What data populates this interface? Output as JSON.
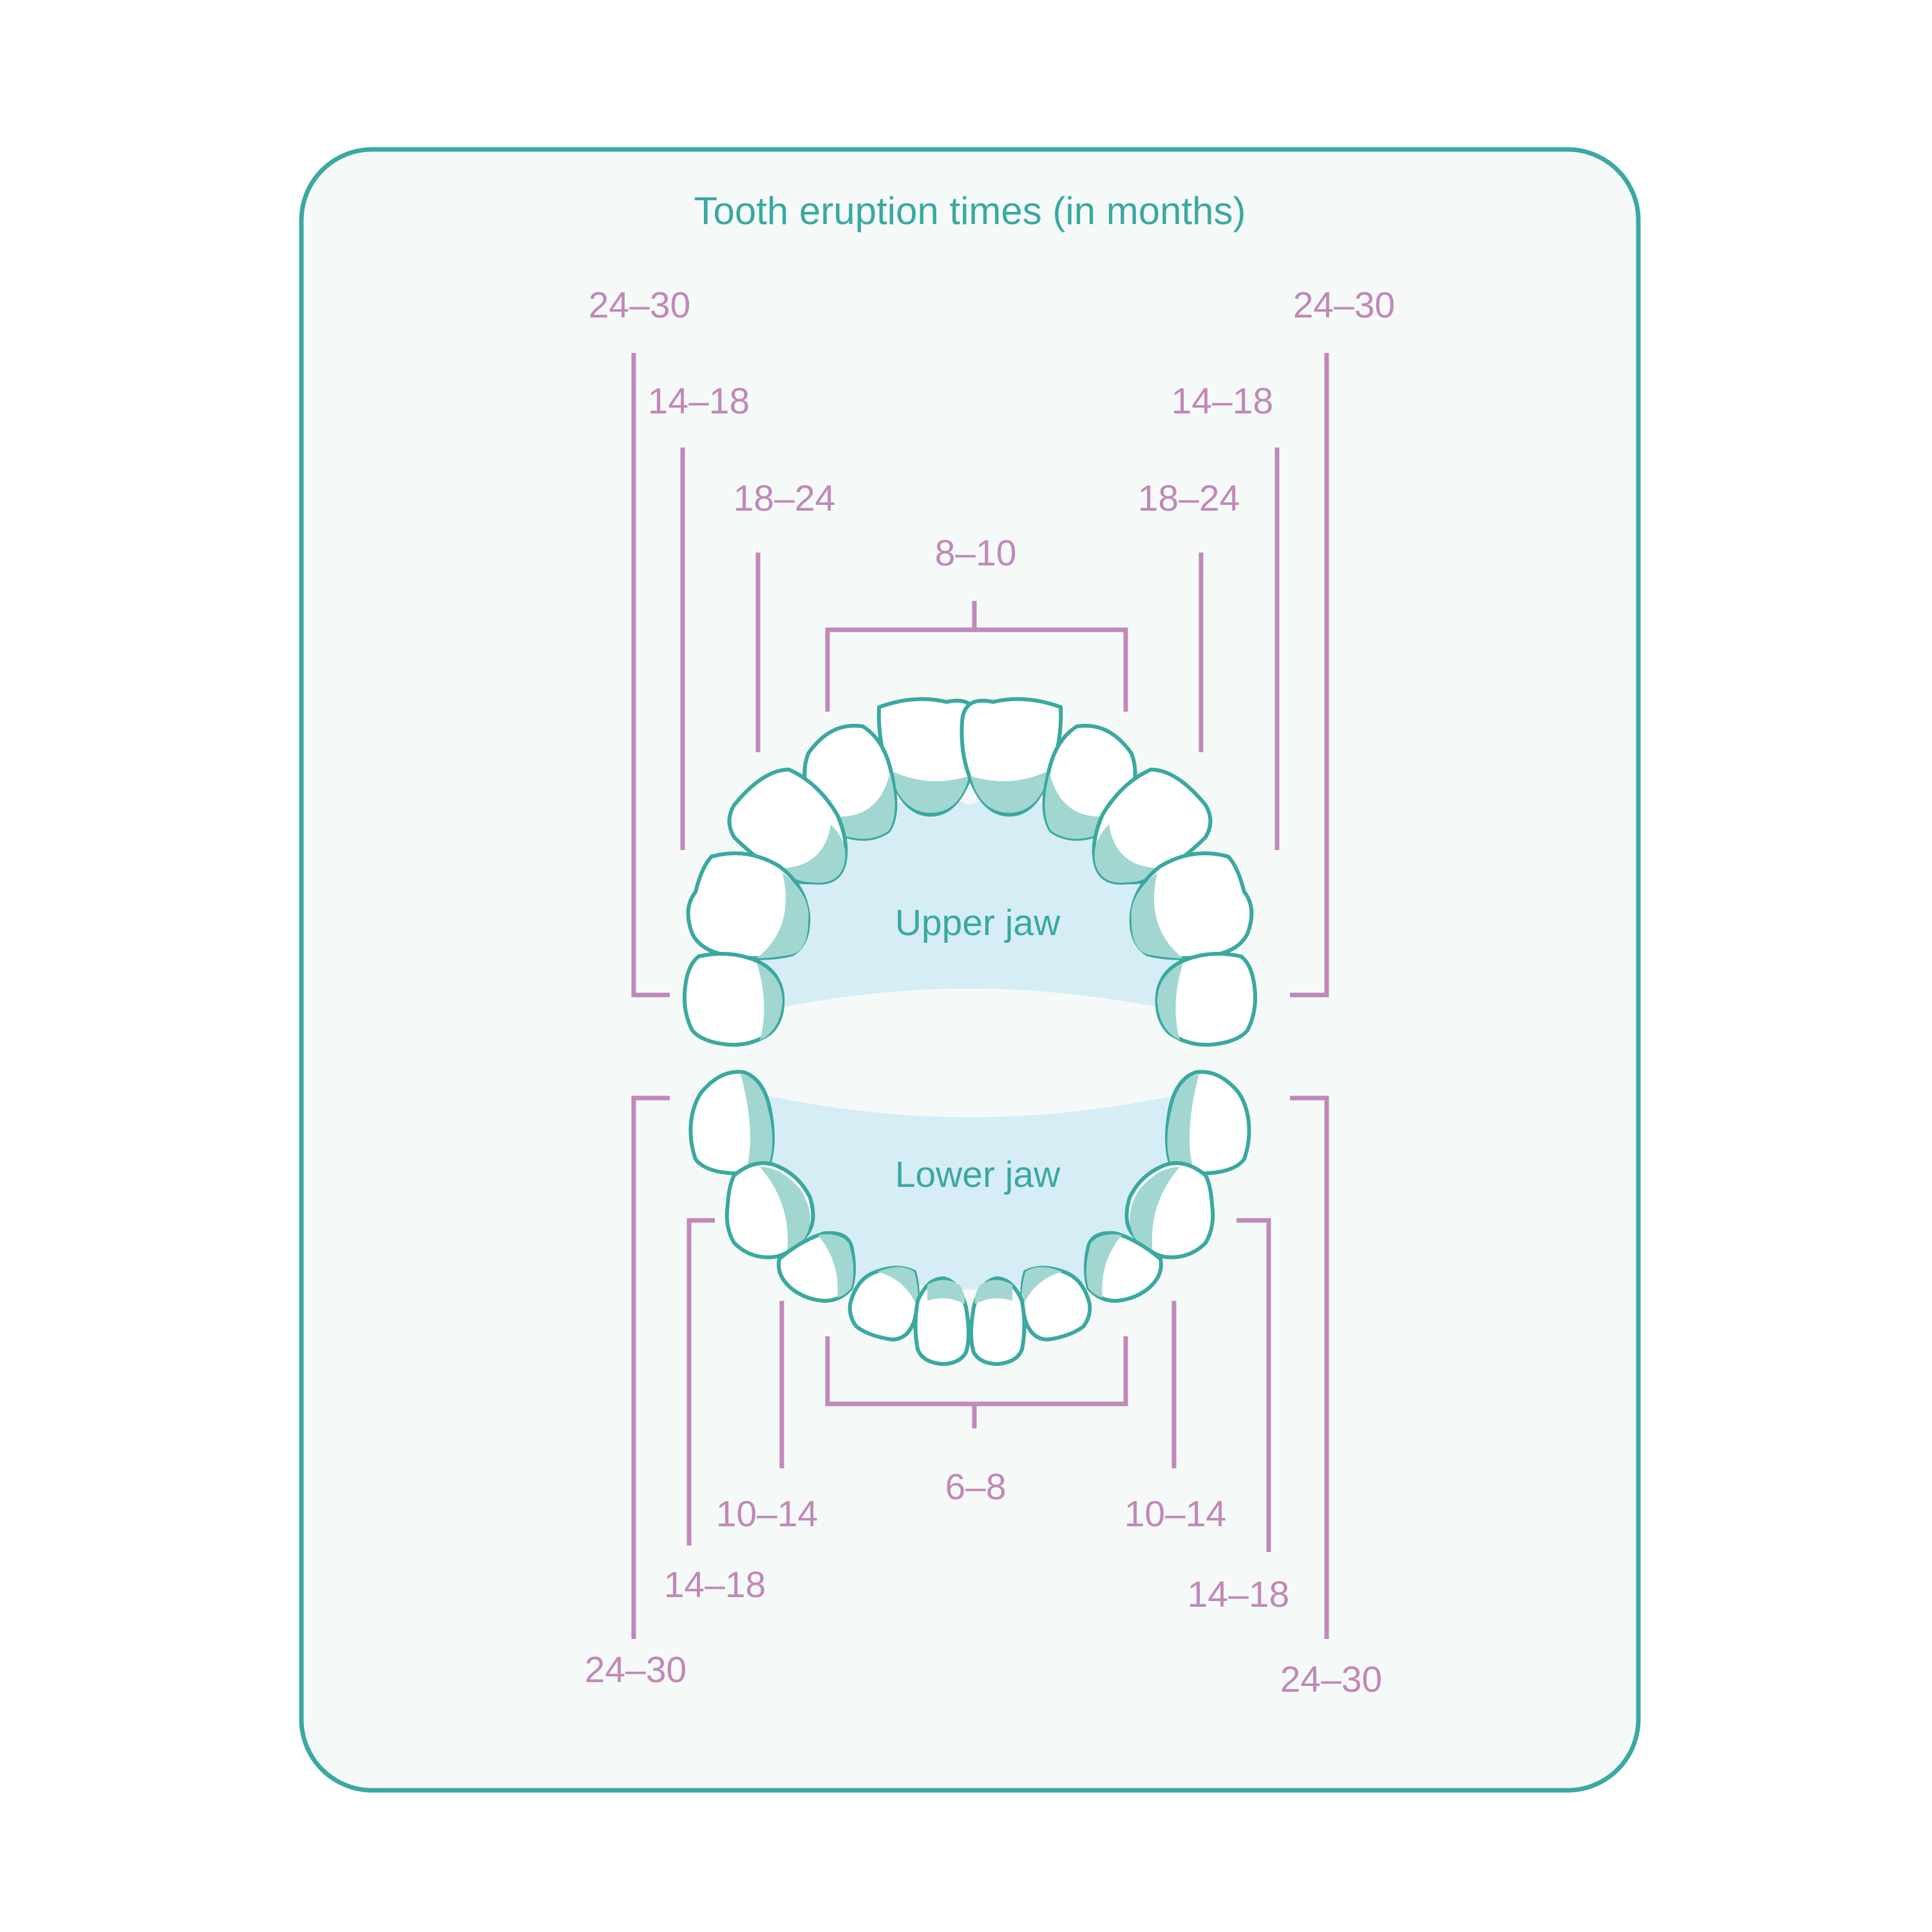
{
  "title": "Tooth eruption times (in months)",
  "jaws": {
    "upper": "Upper jaw",
    "lower": "Lower jaw"
  },
  "upper_ranges": {
    "central_incisors": "8–10",
    "lateral_incisor_left": "18–24",
    "lateral_incisor_right": "18–24",
    "first_molar_left": "14–18",
    "first_molar_right": "14–18",
    "second_molar_left": "24–30",
    "second_molar_right": "24–30"
  },
  "lower_ranges": {
    "central_incisors": "6–8",
    "lateral_incisor_left": "10–14",
    "lateral_incisor_right": "10–14",
    "first_molar_left": "14–18",
    "first_molar_right": "14–18",
    "second_molar_left": "24–30",
    "second_molar_right": "24–30"
  },
  "colors": {
    "teal": "#3aa9a0",
    "label_pink": "#c188b9",
    "gum_shadow": "#a2d7d1",
    "palate": "#d6edf6",
    "card_background": "#f5faf9"
  }
}
